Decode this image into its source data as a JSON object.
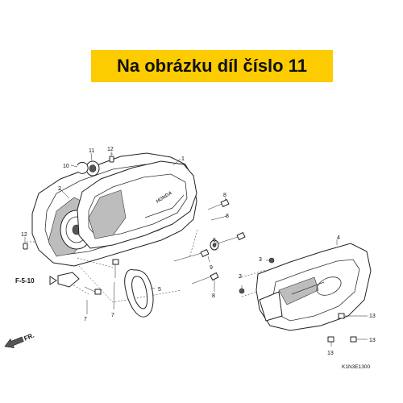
{
  "banner": {
    "text": "Na obrázku díl číslo 11",
    "color": "#fccb00"
  },
  "callouts": {
    "c1": "1",
    "c2": "2",
    "c3a": "3",
    "c3b": "3",
    "c4": "4",
    "c5": "5",
    "c6": "6",
    "c7a": "7",
    "c7b": "7",
    "c8a": "8",
    "c8b": "8",
    "c8c": "8",
    "c9": "9",
    "c10": "10",
    "c11": "11",
    "c12a": "12",
    "c12b": "12",
    "c13a": "13",
    "c13b": "13",
    "c13c": "13"
  },
  "reference": "F-5-10",
  "front_marker": "FR.",
  "brand_mark": "HONDA",
  "diagram_code": "K1N3E1300"
}
